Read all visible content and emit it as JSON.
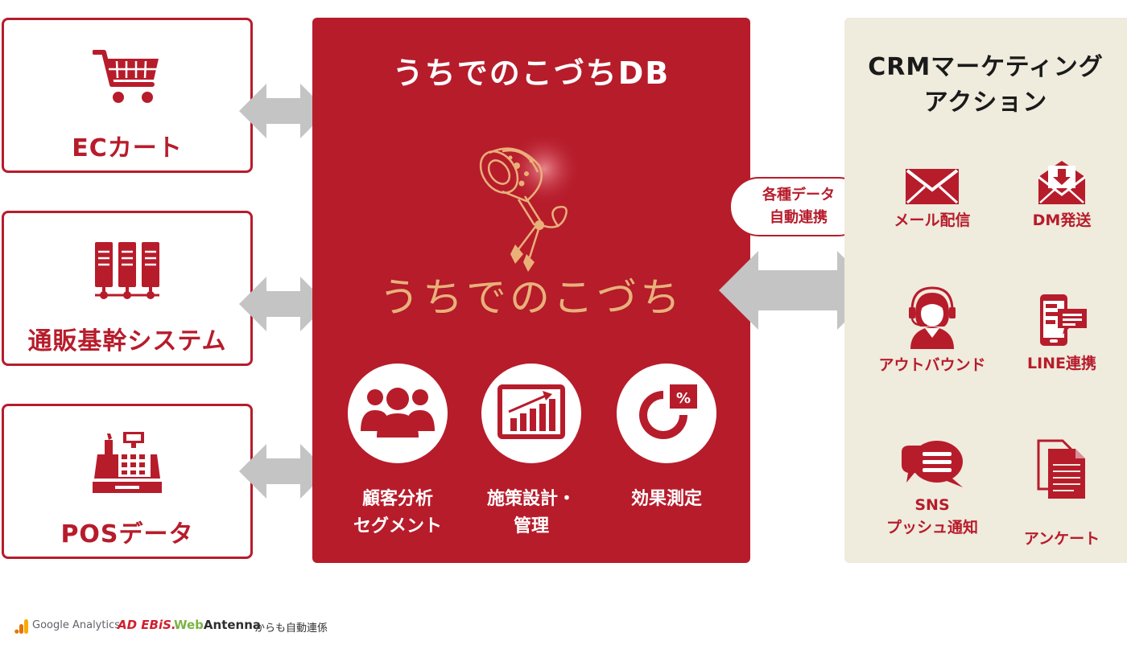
{
  "sources": [
    {
      "label": "ECカート",
      "icon": "shopping-cart-icon"
    },
    {
      "label": "通販基幹システム",
      "icon": "server-rack-icon"
    },
    {
      "label": "POSデータ",
      "icon": "cash-register-icon"
    }
  ],
  "center": {
    "title": "うちでのこづちDB",
    "brand_name": "うちでのこづち",
    "features": [
      {
        "label_line1": "顧客分析",
        "label_line2": "セグメント",
        "icon": "users-group-icon"
      },
      {
        "label_line1": "施策設計・",
        "label_line2": "管理",
        "icon": "bar-chart-icon"
      },
      {
        "label_line1": "効果測定",
        "label_line2": "",
        "icon": "pie-chart-percent-icon"
      }
    ]
  },
  "link_bubble": {
    "line1": "各種データ",
    "line2": "自動連携"
  },
  "crm": {
    "title_line1": "CRMマーケティング",
    "title_line2": "アクション",
    "actions": [
      {
        "label_line1": "メール配信",
        "label_line2": "",
        "icon": "envelope-icon"
      },
      {
        "label_line1": "DM発送",
        "label_line2": "",
        "icon": "direct-mail-icon"
      },
      {
        "label_line1": "アウトバウンド",
        "label_line2": "",
        "icon": "headset-operator-icon"
      },
      {
        "label_line1": "LINE連携",
        "label_line2": "",
        "icon": "smartphone-chat-icon"
      },
      {
        "label_line1": "SNS",
        "label_line2": "プッシュ通知",
        "icon": "chat-bubbles-icon"
      },
      {
        "label_line1": "アンケート",
        "label_line2": "",
        "icon": "document-icon"
      }
    ]
  },
  "footer": {
    "google_analytics": "Google Analytics",
    "adebis": "AD EBiS.",
    "webantenna_web": "Web",
    "webantenna_antenna": "Antenna",
    "suffix": "からも自動連係"
  },
  "colors": {
    "brand_red": "#b71c2b",
    "crm_panel": "#efebdd",
    "arrow_gray": "#c4c4c4",
    "gold": "#e9b07a"
  }
}
